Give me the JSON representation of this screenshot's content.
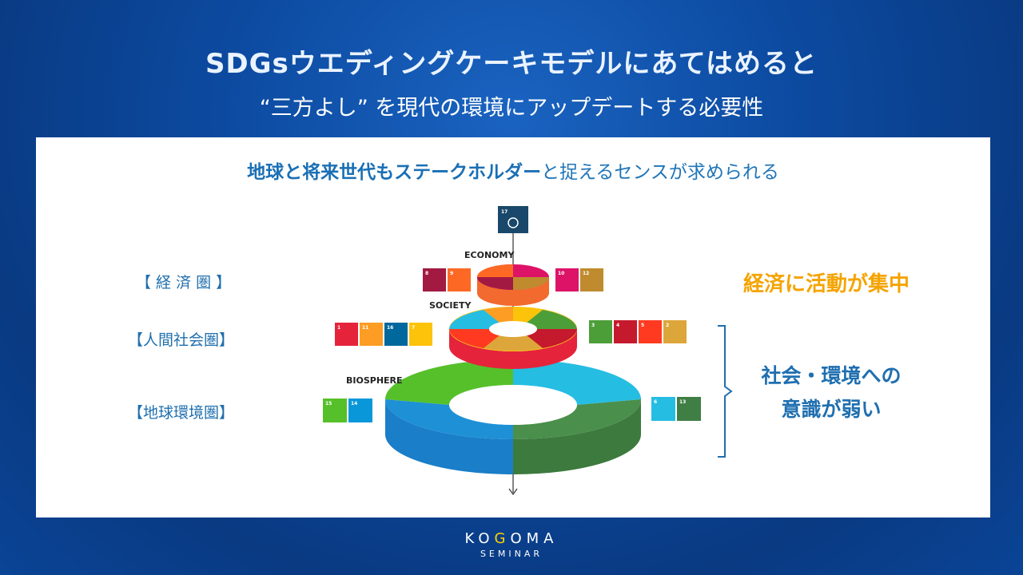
{
  "header": {
    "title": "SDGsウエディングケーキモデルにあてはめると",
    "subtitle": "“三方よし” を現代の環境にアップデートする必要性"
  },
  "panel": {
    "tagline_strong": "地球と将来世代もステークホルダー",
    "tagline_rest": "と捉えるセンスが求められる",
    "labels": {
      "economy_ja": "【 経 済 圏 】",
      "society_ja": "【人間社会圏】",
      "biosphere_ja": "【地球環境圏】"
    },
    "diagram": {
      "economy": "ECONOMY",
      "society": "SOCIETY",
      "biosphere": "BIOSPHERE",
      "top_goal": "17",
      "economy_left_goals": [
        "8",
        "9"
      ],
      "economy_right_goals": [
        "10",
        "12"
      ],
      "society_left_goals": [
        "1",
        "11",
        "16",
        "7"
      ],
      "society_right_goals": [
        "3",
        "4",
        "5",
        "2"
      ],
      "biosphere_left_goals": [
        "15",
        "14"
      ],
      "biosphere_right_goals": [
        "6",
        "13"
      ]
    },
    "note_economy": "経済に活動が集中",
    "note_society_line1": "社会・環境への",
    "note_society_line2": "意識が弱い"
  },
  "footer": {
    "brand_pre": "KO",
    "brand_g": "G",
    "brand_o": "O",
    "brand_post": "MA",
    "brand_sub": "SEMINAR"
  },
  "colors": {
    "goal_1": "#e5243b",
    "goal_2": "#dda63a",
    "goal_3": "#4c9f38",
    "goal_4": "#c5192d",
    "goal_5": "#ff3a21",
    "goal_6": "#26bde2",
    "goal_7": "#fcc30b",
    "goal_8": "#a21942",
    "goal_9": "#fd6925",
    "goal_10": "#dd1367",
    "goal_11": "#fd9d24",
    "goal_12": "#bf8b2e",
    "goal_13": "#3f7e44",
    "goal_14": "#0a97d9",
    "goal_15": "#56c02b",
    "goal_16": "#00689d",
    "goal_17": "#19486a",
    "note_economy": "#f4a400",
    "note_society": "#1f6fb0"
  }
}
